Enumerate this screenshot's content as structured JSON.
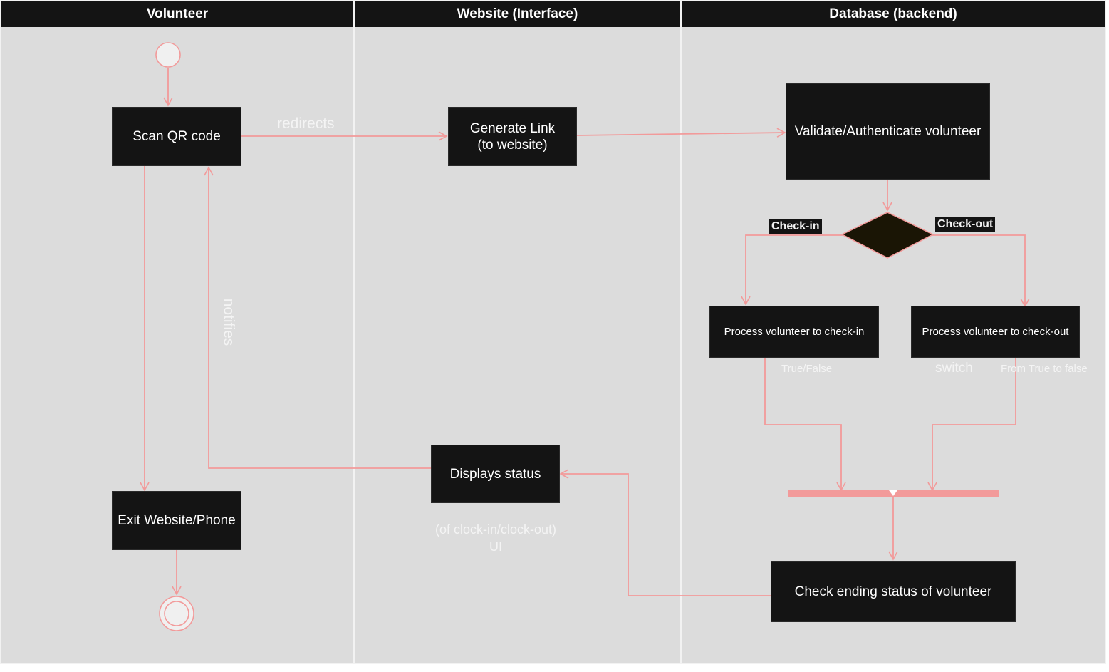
{
  "lanes": {
    "volunteer": "Volunteer",
    "website": "Website (Interface)",
    "database": "Database (backend)"
  },
  "nodes": {
    "scan_qr": "Scan QR code",
    "generate_link": "Generate Link\n(to website)",
    "validate": "Validate/Authenticate volunteer",
    "process_checkin": "Process volunteer to check-in",
    "process_checkout": "Process volunteer to check-out",
    "check_ending": "Check ending status of volunteer",
    "displays_status": "Displays status",
    "exit": "Exit Website/Phone"
  },
  "labels": {
    "redirects": "redirects",
    "notifies": "notifies",
    "check_in": "Check-in",
    "check_out": "Check-out",
    "true_false": "True/False",
    "switch": "switch",
    "from_true_to_false": "From True to false",
    "display_note": "(of clock-in/clock-out)\nUI"
  },
  "colors": {
    "edge": "#f29a9a",
    "node_fill": "#141414",
    "lane_fill": "#dcdcdc",
    "text": "#ffffff"
  }
}
